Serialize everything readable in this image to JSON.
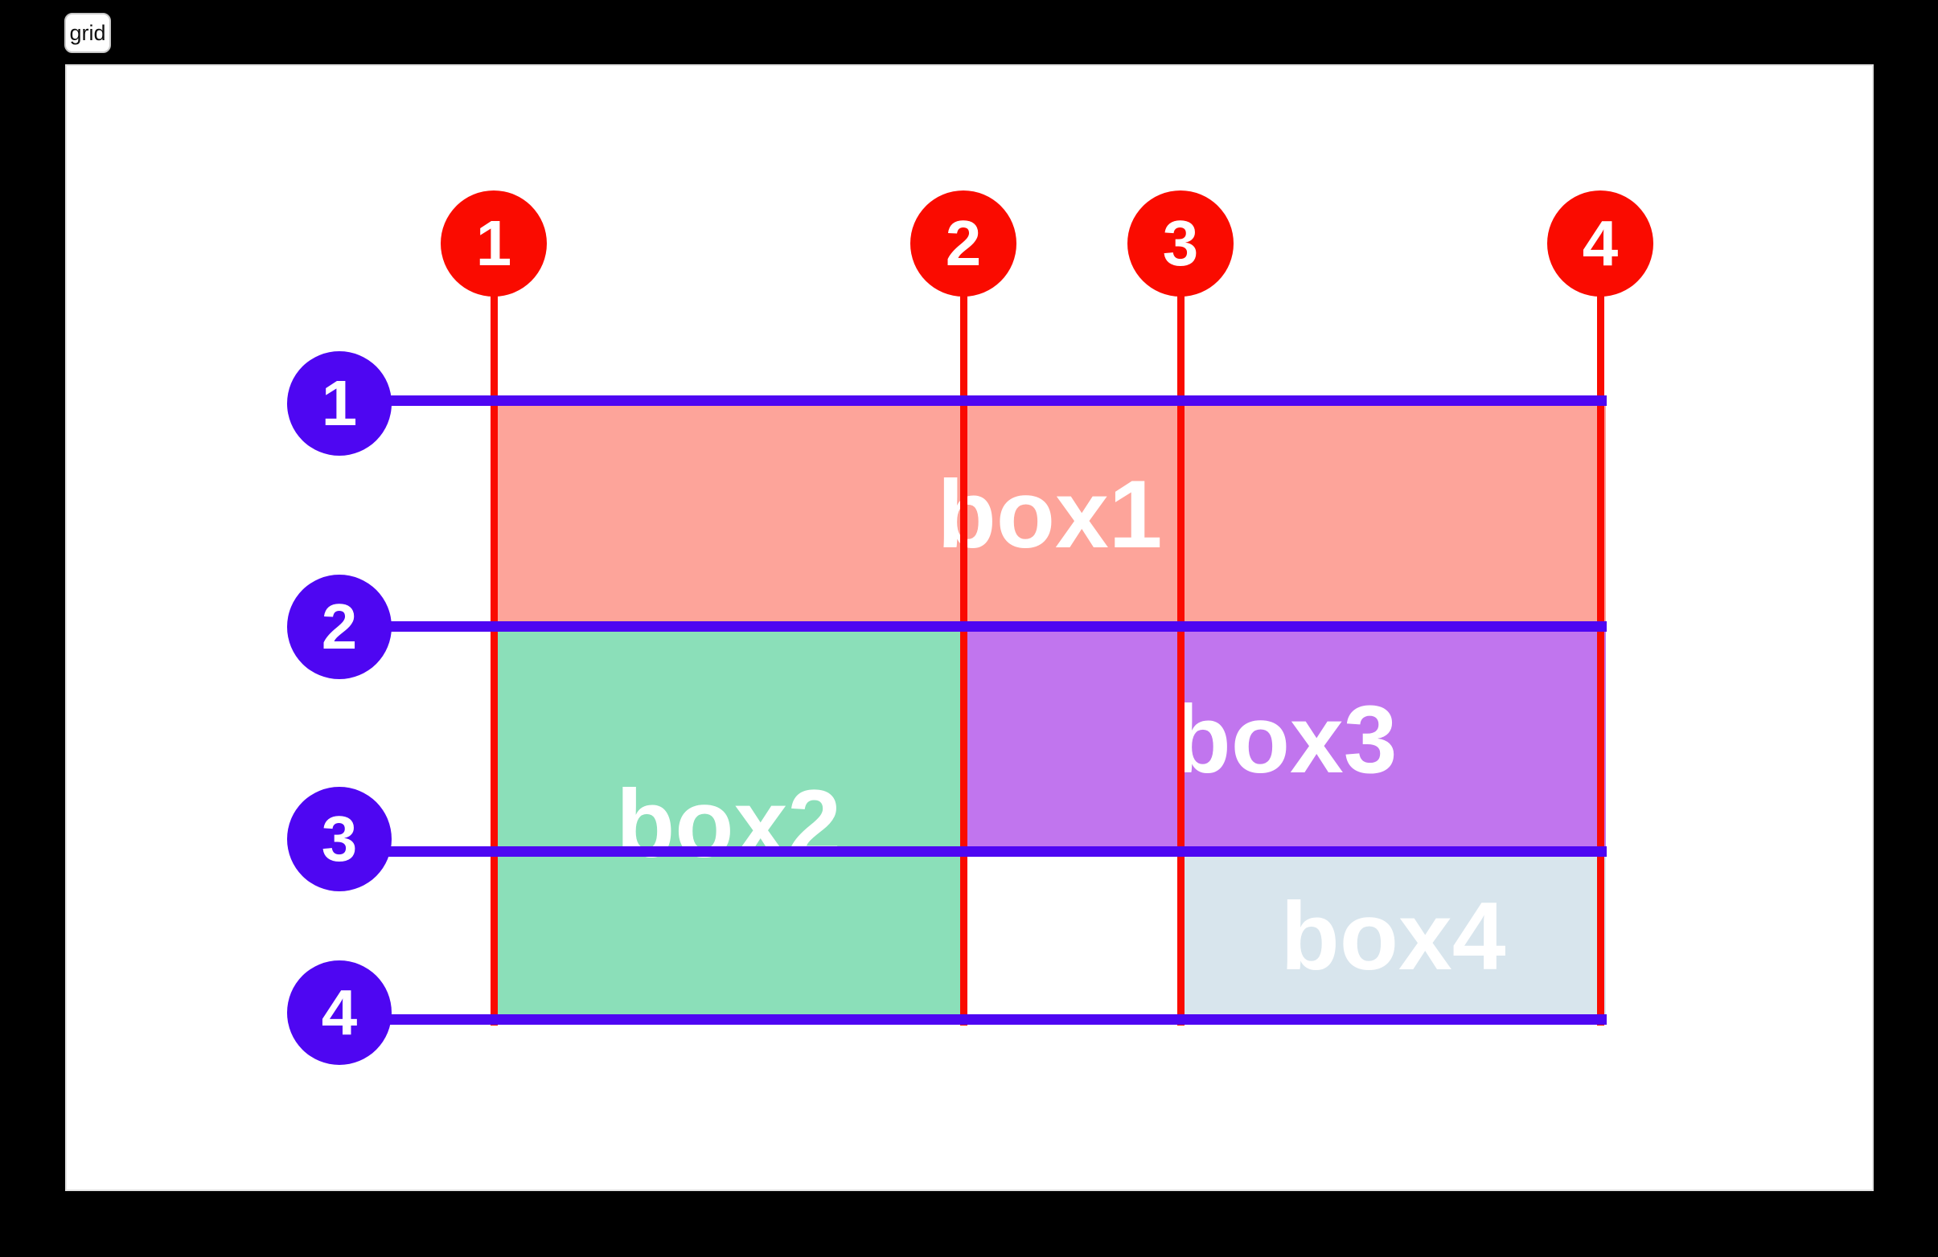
{
  "badge": {
    "label": "grid"
  },
  "colors": {
    "page_bg": "#000000",
    "canvas_bg": "#ffffff",
    "canvas_border": "#e2e2e2",
    "column_accent": "#fa0b00",
    "row_accent": "#4e06f2",
    "label_text": "#ffffff",
    "badge_text": "#111111"
  },
  "grid": {
    "column_markers": [
      {
        "label": "1"
      },
      {
        "label": "2"
      },
      {
        "label": "3"
      },
      {
        "label": "4"
      }
    ],
    "row_markers": [
      {
        "label": "1"
      },
      {
        "label": "2"
      },
      {
        "label": "3"
      },
      {
        "label": "4"
      }
    ],
    "boxes": [
      {
        "label": "box1",
        "color": "#fda49a",
        "column_span": "1 / 4",
        "row_span": "1 / 2"
      },
      {
        "label": "box2",
        "color": "#8bdfb9",
        "column_span": "1 / 2",
        "row_span": "2 / 4"
      },
      {
        "label": "box3",
        "color": "#c175ee",
        "column_span": "2 / 4",
        "row_span": "2 / 3"
      },
      {
        "label": "box4",
        "color": "#d8e5ed",
        "column_span": "3 / 4",
        "row_span": "3 / 4"
      }
    ]
  }
}
